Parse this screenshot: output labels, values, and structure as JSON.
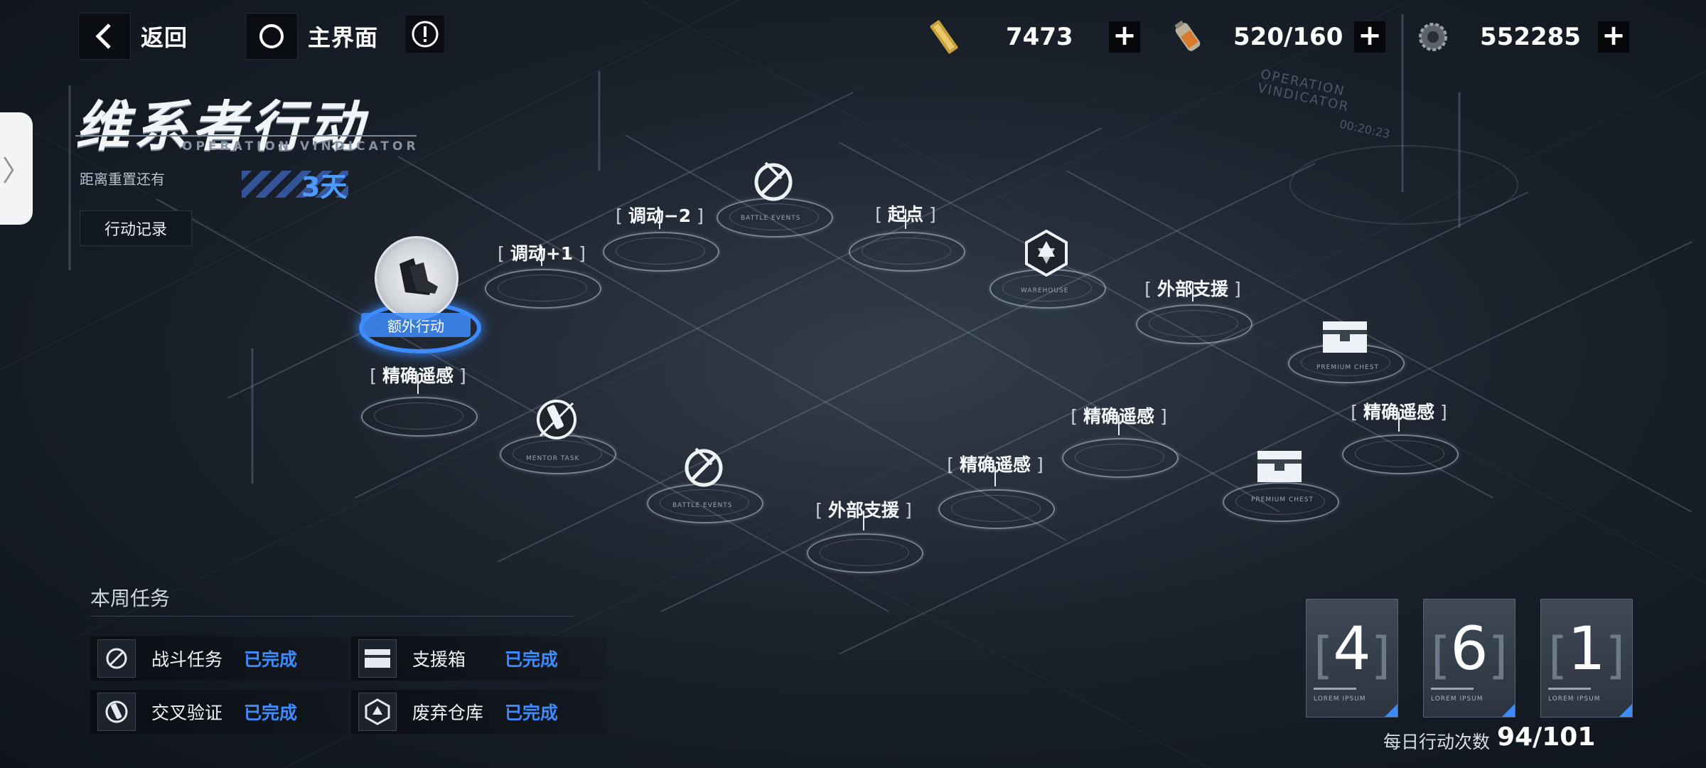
{
  "topbar": {
    "back_label": "返回",
    "home_label": "主界面",
    "info_icon": "exclamation-icon",
    "resources": [
      {
        "icon": "gold-ticket-icon",
        "value": "7473"
      },
      {
        "icon": "battery-icon",
        "value": "520/160"
      },
      {
        "icon": "gear-coin-icon",
        "value": "552285"
      }
    ],
    "plus_label": "+"
  },
  "event": {
    "title": "维系者行动",
    "subtitle": "OPERATION VINDICATOR",
    "reset_label": "距离重置还有",
    "reset_value": "3天",
    "log_button": "行动记录",
    "side_tab": "〉"
  },
  "map": {
    "bg_logo": "OPERATION\nVINDICATOR",
    "bg_timer": "00:20:23",
    "nodes": {
      "extra": "额外行动",
      "move_plus": "调动+1",
      "move_minus": "调动−2",
      "start": "起点",
      "support_right": "外部支援",
      "sense_left": "精确遥感",
      "support_bottom": "外部支援",
      "sense_mid": "精确遥感",
      "sense_mid2": "精确遥感",
      "sense_right": "精确遥感"
    },
    "icon_captions": {
      "battle": "BATTLE EVENTS",
      "mentor": "MENTOR TASK",
      "warehouse": "WAREHOUSE",
      "chest": "PREMIUM CHEST"
    }
  },
  "weekly": {
    "title": "本周任务",
    "tasks": [
      {
        "name": "战斗任务",
        "status": "已完成",
        "icon": "battle-icon"
      },
      {
        "name": "支援箱",
        "status": "已完成",
        "icon": "chest-icon"
      },
      {
        "name": "交叉验证",
        "status": "已完成",
        "icon": "probe-icon"
      },
      {
        "name": "废弃仓库",
        "status": "已完成",
        "icon": "warehouse-icon"
      }
    ]
  },
  "counters": {
    "digits": [
      "4",
      "6",
      "1"
    ],
    "caption": "LOREM IPSUM",
    "daily_label": "每日行动次数",
    "daily_value": "94/101"
  },
  "colors": {
    "accent_blue": "#3d8cff",
    "text_white": "#ffffff",
    "panel_dark": "#0a0d12"
  }
}
